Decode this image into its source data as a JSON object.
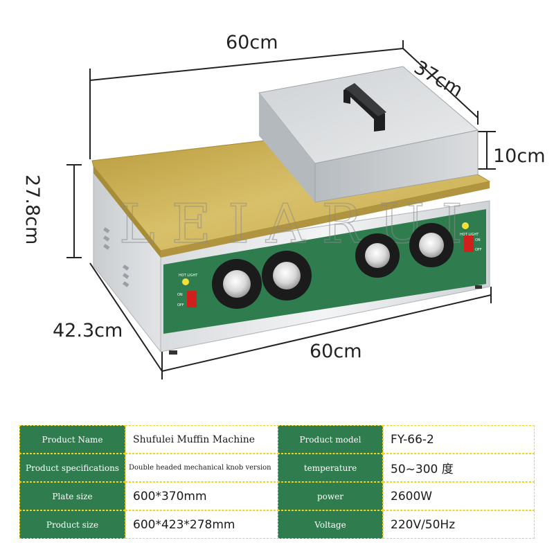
{
  "dimensions": {
    "top_width": "60cm",
    "depth_top": "37cm",
    "lid_height": "10cm",
    "height": "27.8cm",
    "depth": "42.3cm",
    "bottom_width": "60cm"
  },
  "watermark": "LEIARUI",
  "panel": {
    "hot_light": "HOT LIGHT",
    "on": "ON",
    "off": "OFF"
  },
  "spec_table": [
    {
      "label1": "Product Name",
      "value1": "Shufulei Muffin Machine",
      "label2": "Product model",
      "value2": "FY-66-2"
    },
    {
      "label1": "Product specifications",
      "value1": "Double headed mechanical knob version",
      "label2": "temperature",
      "value2": "50~300 度"
    },
    {
      "label1": "Plate size",
      "value1": "600*370mm",
      "label2": "power",
      "value2": "2600W"
    },
    {
      "label1": "Product size",
      "value1": "600*423*278mm",
      "label2": "Voltage",
      "value2": "220V/50Hz"
    }
  ],
  "colors": {
    "panel_green": "#2f7d4f",
    "plate_gold": "#c9ad4a",
    "table_border": "#f4d21c",
    "switch_red": "#d0201c"
  }
}
